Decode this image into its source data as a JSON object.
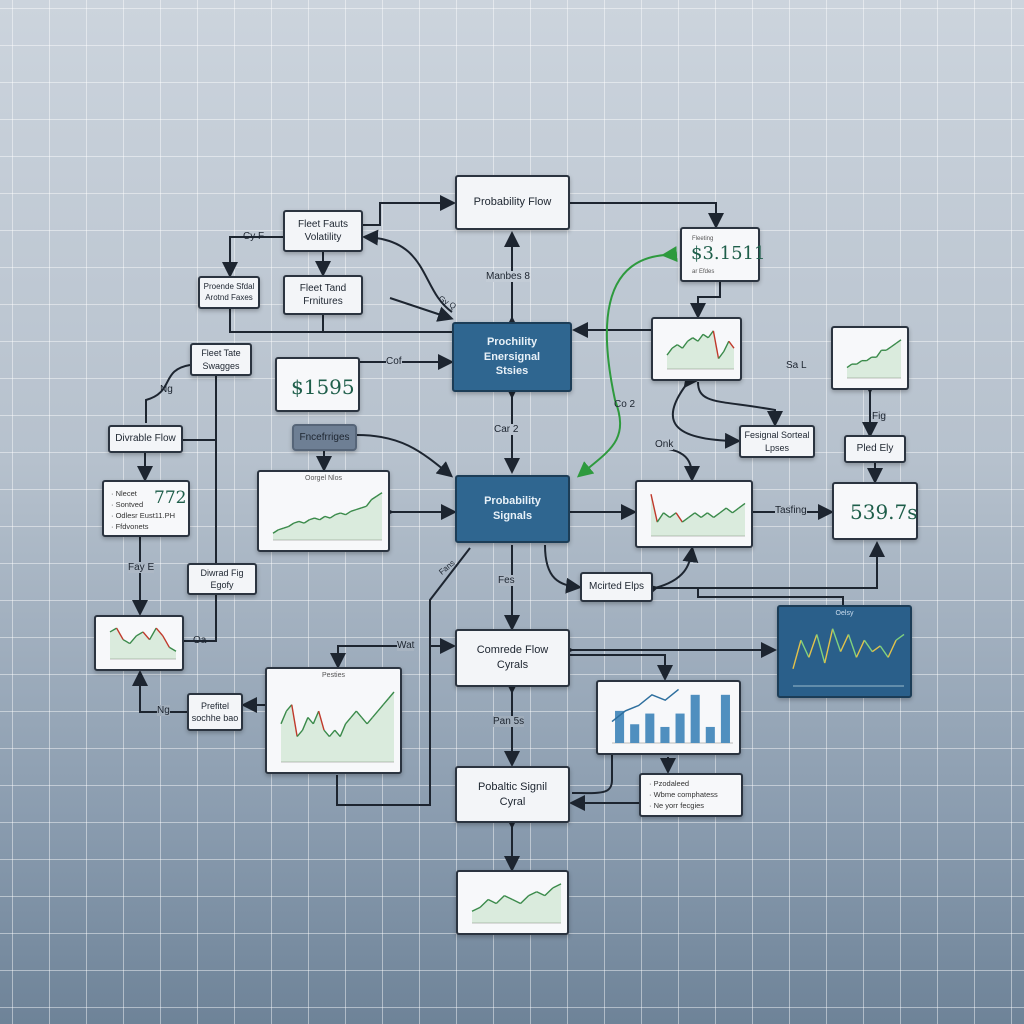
{
  "nodes": {
    "probability_flow": "Probability Flow",
    "fleet_fauts": "Fleet Fauts Volatility",
    "proende": "Proende Sfdal Arotnd Faxes",
    "fleet_tand": "Fleet Tand Frnitures",
    "fleet_tate": "Fleet Tate Swagges",
    "prob_enersignal": "Prochility Enersignal Stsies",
    "fncefrriges": "Fncefrriges",
    "divrable_flow": "Divrable Flow",
    "prob_signals": "Probability Signals",
    "diwrad": "Diwrad Fig Egofy",
    "prefitel": "Prefitel sochhe bao",
    "comrede": "Comrede Flow Cyrals",
    "fesignal": "Fesignal Sorteal Lpses",
    "mcirted": "Mcirted Elps",
    "pled": "Pled Ely",
    "pobaltic": "Pobaltic Signil Cyral"
  },
  "cards": {
    "price1": {
      "value": "$1595"
    },
    "price2": {
      "caption": "Fleeting",
      "value": "$3.1511",
      "sub": "ar  Efdes"
    },
    "price3": {
      "value": "539.7s"
    },
    "metric": {
      "value": "772",
      "items": [
        "Nlecet",
        "Sontved",
        "Odlesr Eust11.PH",
        "Ffdvonets"
      ]
    },
    "bullets": {
      "items": [
        "Pzodaleed",
        "Wbme comphatess",
        "Ne yorr fecgies"
      ]
    },
    "chart_oorgel": {
      "title": "Oorgel Nlos"
    },
    "chart_pesties": {
      "title": "Pesties"
    },
    "chart_oelsy": {
      "title": "Oelsy"
    }
  },
  "labels": {
    "cyf": "Cy F",
    "manbes": "Manbes 8",
    "cof": "Cof",
    "ng1": "Ng",
    "car2": "Car 2",
    "co2": "Co 2",
    "onk": "Onk",
    "faye": "Fay E",
    "oa": "Oa",
    "ng2": "Ng",
    "fes": "Fes",
    "wat": "Wat",
    "pan": "Pan 5s",
    "sal": "Sa L",
    "fig": "Fig",
    "tasfing": "Tasfing",
    "fans": "Fans",
    "gyq": "Gy Q"
  },
  "colors": {
    "accent_blue": "#2f6690",
    "green": "#2e9a3e",
    "up": "#3a8a4a",
    "down": "#c0392b"
  },
  "chart_data": [
    {
      "id": "oorgel",
      "type": "line",
      "values": [
        2,
        3,
        3.5,
        4,
        5,
        5.5,
        5,
        6,
        6.5,
        6,
        7,
        6.5,
        7.5,
        8,
        7.5,
        8.5,
        9,
        9.5,
        10,
        12,
        13,
        14
      ]
    },
    {
      "id": "pesties",
      "type": "line",
      "values": [
        6,
        8,
        9,
        4,
        5,
        7,
        6,
        8,
        5,
        4,
        5,
        4,
        6,
        7,
        8,
        7,
        6,
        7,
        8,
        9,
        10,
        11
      ]
    },
    {
      "id": "small",
      "type": "line",
      "values": [
        7,
        8,
        5,
        4,
        6,
        7,
        5,
        8,
        6,
        3,
        2
      ]
    },
    {
      "id": "candle1",
      "type": "line",
      "values": [
        4,
        6,
        7,
        6,
        8,
        9,
        8,
        10,
        9,
        11,
        3,
        5,
        8,
        6
      ]
    },
    {
      "id": "candle2",
      "type": "line",
      "values": [
        9,
        3,
        5,
        4,
        5,
        3,
        4,
        5,
        4,
        5,
        4,
        5,
        6,
        5,
        6,
        7
      ]
    },
    {
      "id": "right",
      "type": "line",
      "values": [
        3,
        4,
        4,
        5,
        5,
        6,
        6,
        8,
        8,
        9,
        10,
        11
      ]
    },
    {
      "id": "bottom",
      "type": "line",
      "values": [
        3,
        4,
        6,
        5,
        7,
        6,
        5,
        7,
        8,
        7,
        9,
        10
      ]
    },
    {
      "id": "oelsy",
      "type": "line",
      "values": [
        3,
        8,
        5,
        9,
        4,
        10,
        6,
        9,
        5,
        8,
        6,
        7,
        5,
        8,
        9
      ]
    },
    {
      "id": "bars",
      "type": "bar",
      "values": [
        6,
        3.5,
        5.5,
        3,
        5.5,
        9,
        3,
        9
      ],
      "line": [
        4,
        6,
        7,
        9,
        8,
        10
      ]
    }
  ]
}
